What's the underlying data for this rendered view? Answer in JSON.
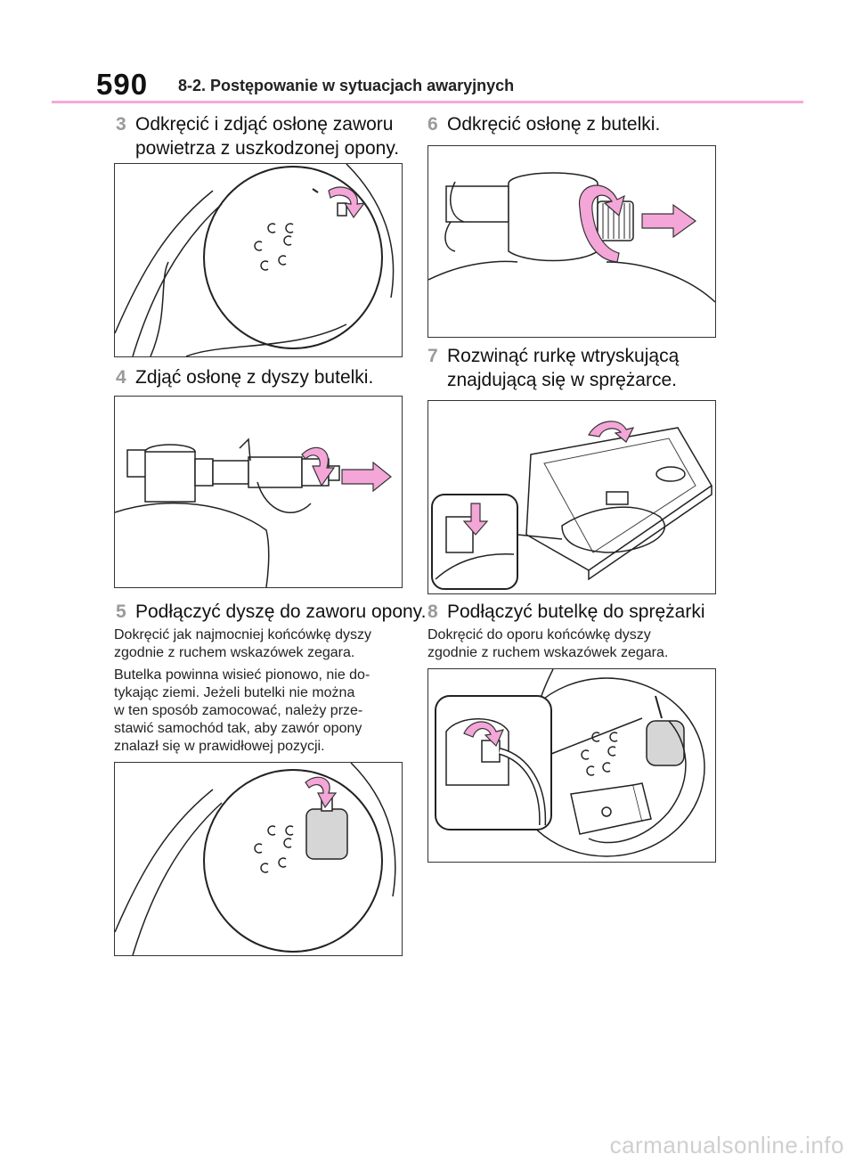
{
  "header": {
    "page_number": "590",
    "section_title": "8-2. Postępowanie w sytuacjach awaryjnych"
  },
  "colors": {
    "accent_rule": "#f7a8dc",
    "arrow_fill": "#f3a6d7",
    "step_number": "#9a9a9a"
  },
  "steps": [
    {
      "num": "3",
      "line1": "Odkręcić i zdjąć osłonę zaworu",
      "line2": "powietrza z uszkodzonej opony."
    },
    {
      "num": "4",
      "line1": "Zdjąć osłonę z dyszy butelki.",
      "line2": ""
    },
    {
      "num": "5",
      "line1": "Podłączyć dyszę do zaworu opony.",
      "line2": ""
    },
    {
      "num": "6",
      "line1": "Odkręcić osłonę z butelki.",
      "line2": ""
    },
    {
      "num": "7",
      "line1": "Rozwinąć rurkę wtryskującą",
      "line2": "znajdującą się w sprężarce."
    },
    {
      "num": "8",
      "line1": "Podłączyć butelkę do sprężarki",
      "line2": ""
    }
  ],
  "notes": {
    "step5_a": [
      "Dokręcić jak najmocniej końcówkę dyszy",
      "zgodnie z ruchem wskazówek zegara."
    ],
    "step5_b": [
      "Butelka powinna wisieć pionowo, nie do-",
      "tykając ziemi. Jeżeli butelki nie można",
      "w ten sposób zamocować, należy prze-",
      "stawić samochód tak, aby zawór opony",
      "znalazł się w prawidłowej pozycji."
    ],
    "step8_a": [
      "Dokręcić do oporu końcówkę dyszy",
      "zgodnie z ruchem wskazówek zegara."
    ]
  },
  "watermark": "carmanualsonline.info"
}
